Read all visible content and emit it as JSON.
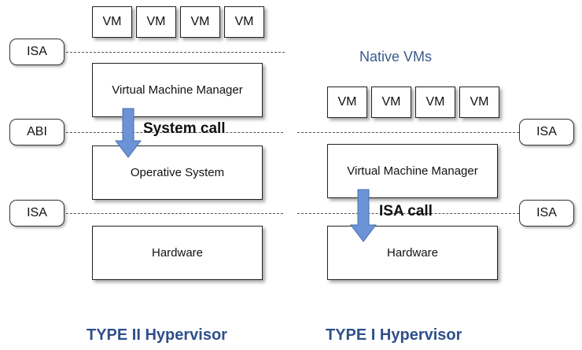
{
  "type2": {
    "vms": [
      "VM",
      "VM",
      "VM",
      "VM"
    ],
    "vmm_label": "Virtual Machine Manager",
    "os_label": "Operative System",
    "hardware_label": "Hardware",
    "call_label": "System call",
    "caption": "TYPE II Hypervisor",
    "interfaces": [
      "ISA",
      "ABI",
      "ISA"
    ]
  },
  "type1": {
    "native_label": "Native VMs",
    "vms": [
      "VM",
      "VM",
      "VM",
      "VM"
    ],
    "vmm_label": "Virtual Machine Manager",
    "hardware_label": "Hardware",
    "call_label": "ISA call",
    "caption": "TYPE I Hypervisor",
    "interfaces": [
      "ISA",
      "ISA"
    ]
  },
  "colors": {
    "arrow": "#6b93d6",
    "caption": "#2e4f8a"
  }
}
